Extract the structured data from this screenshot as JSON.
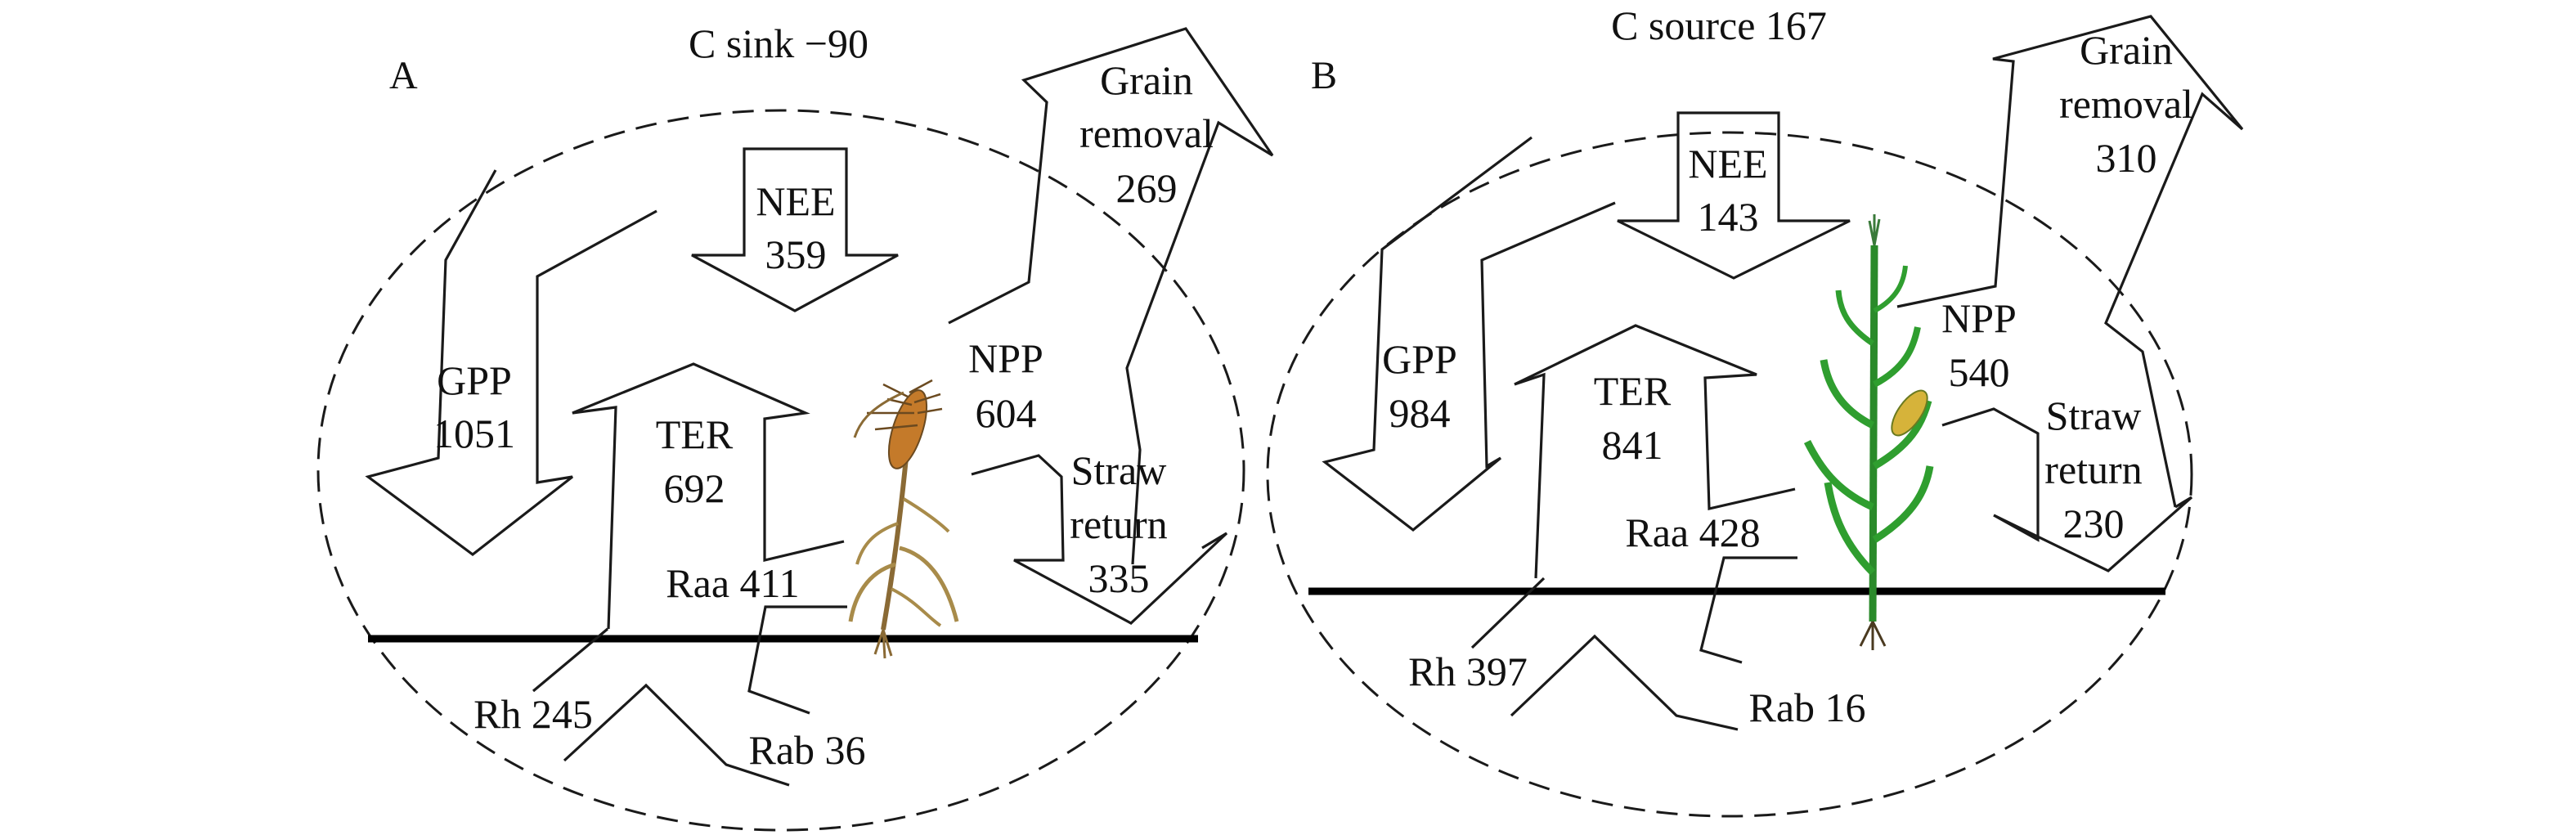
{
  "panel_a": {
    "letter": "A",
    "title": "C sink −90",
    "nee": {
      "label": "NEE",
      "value": "359"
    },
    "gpp": {
      "label": "GPP",
      "value": "1051"
    },
    "ter": {
      "label": "TER",
      "value": "692"
    },
    "npp": {
      "label": "NPP",
      "value": "604"
    },
    "grain": {
      "label_1": "Grain",
      "label_2": "removal",
      "value": "269"
    },
    "straw": {
      "label_1": "Straw",
      "label_2": "return",
      "value": "335"
    },
    "raa": "Raa 411",
    "rh": "Rh 245",
    "rab": "Rab 36",
    "plant_icon": "wheat-plant-icon"
  },
  "panel_b": {
    "letter": "B",
    "title": "C source 167",
    "nee": {
      "label": "NEE",
      "value": "143"
    },
    "gpp": {
      "label": "GPP",
      "value": "984"
    },
    "ter": {
      "label": "TER",
      "value": "841"
    },
    "npp": {
      "label": "NPP",
      "value": "540"
    },
    "grain": {
      "label_1": "Grain",
      "label_2": "removal",
      "value": "310"
    },
    "straw": {
      "label_1": "Straw",
      "label_2": "return",
      "value": "230"
    },
    "raa": "Raa 428",
    "rh": "Rh 397",
    "rab": "Rab 16",
    "plant_icon": "maize-plant-icon"
  },
  "colors": {
    "line": "#1a1a1a",
    "wheat_stem": "#8a6a35",
    "wheat_ear": "#c47a2a",
    "maize_leaf": "#2f9e2f",
    "maize_cob": "#d6b33a"
  }
}
